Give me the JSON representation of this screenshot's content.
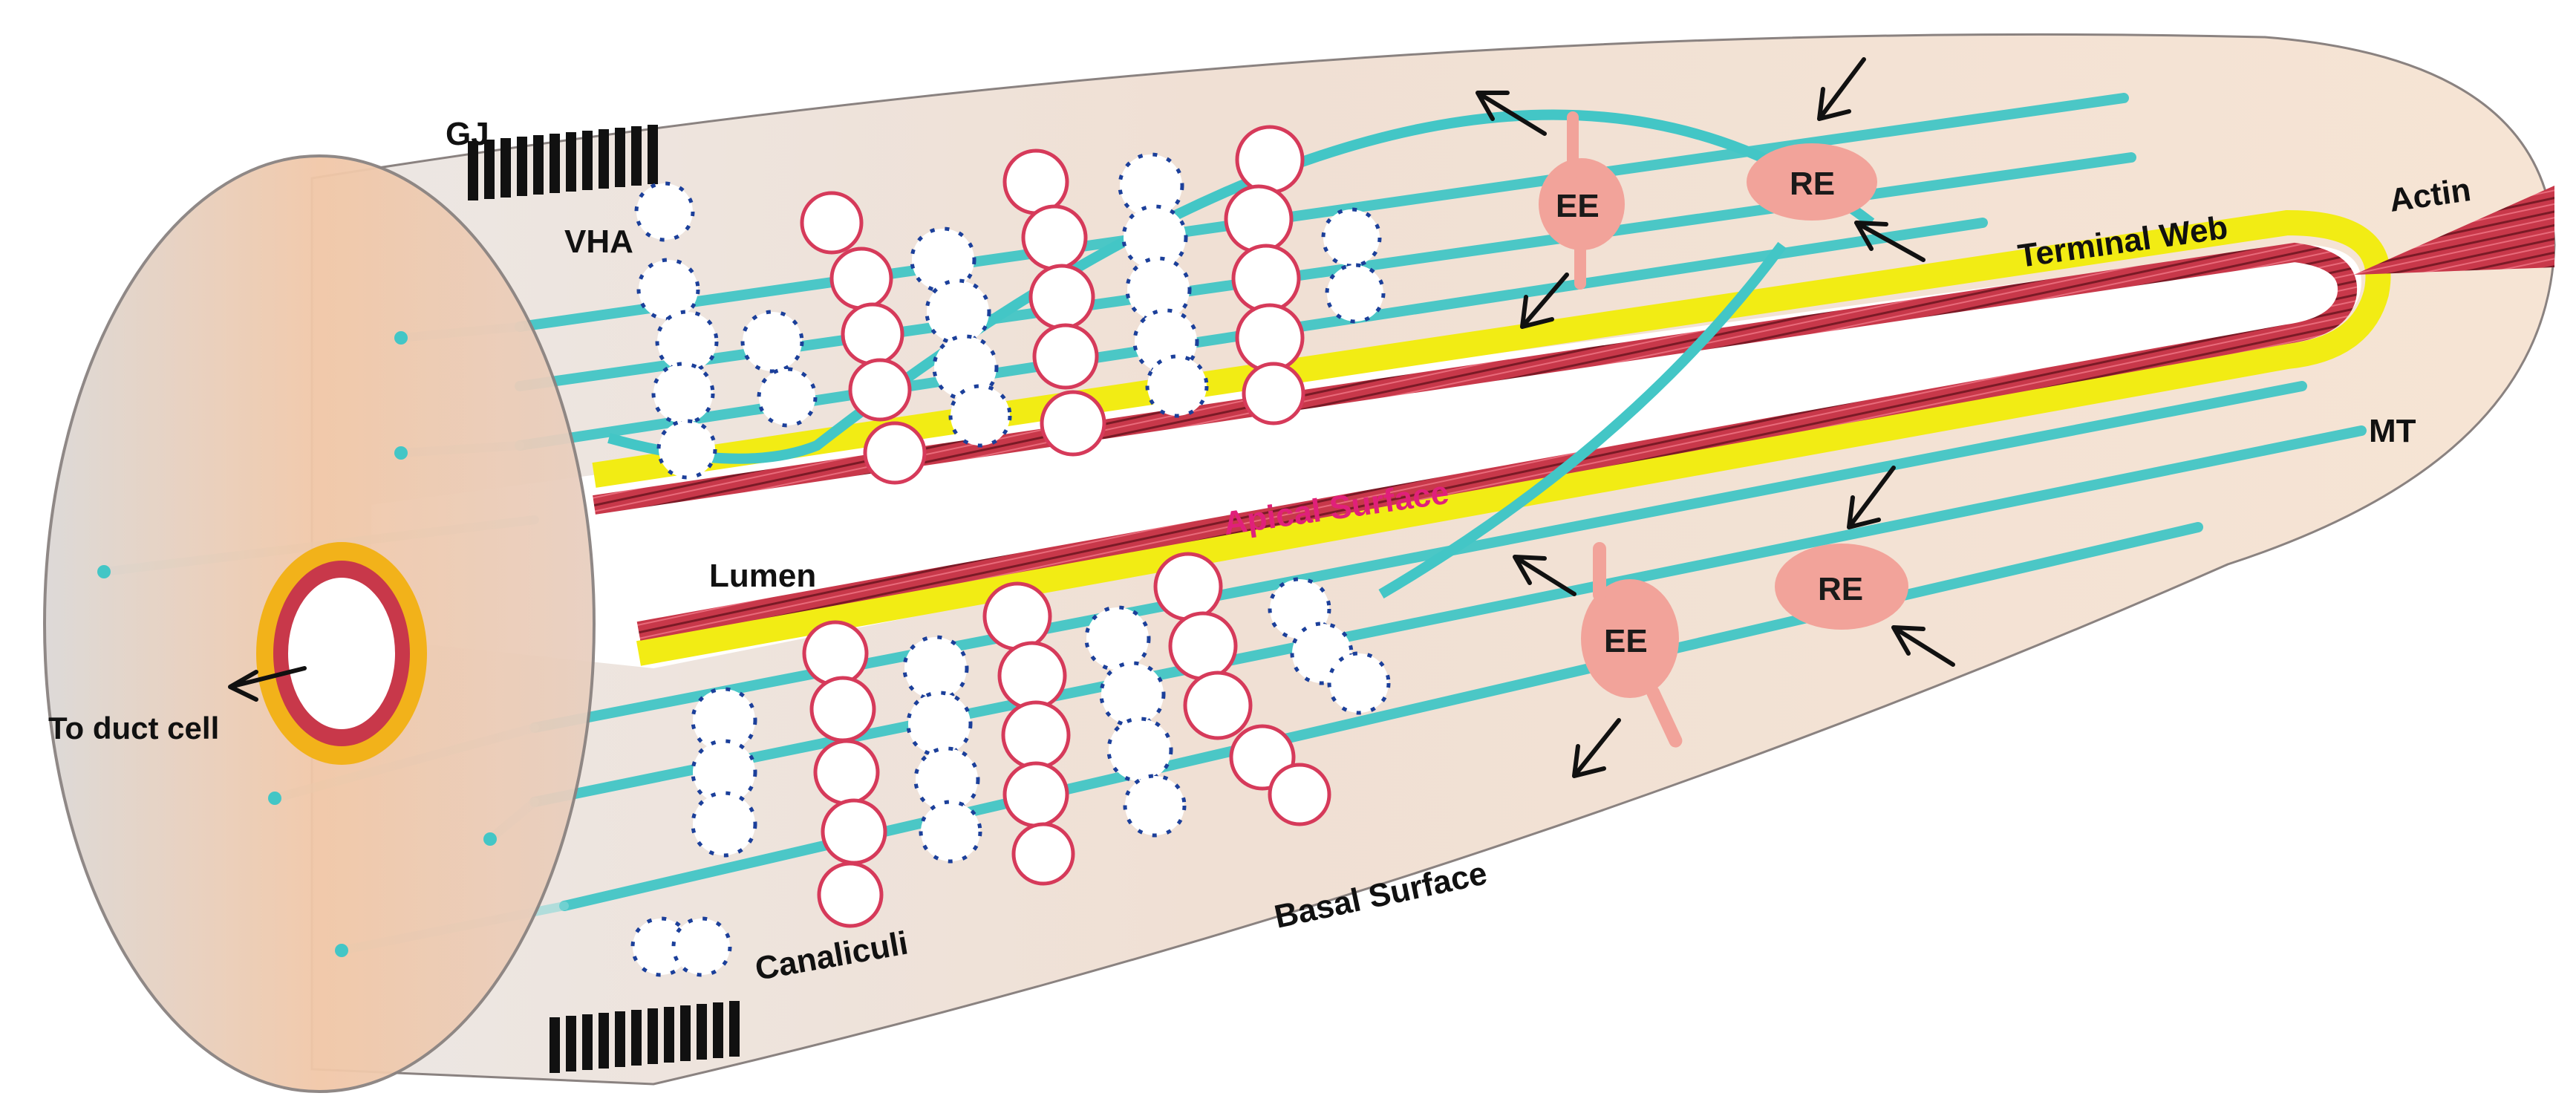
{
  "labels": {
    "gj": "GJ",
    "vha": "VHA",
    "actin": "Actin",
    "terminal_web": "Terminal Web",
    "mt": "MT",
    "apical_surface": "Apical Surface",
    "lumen": "Lumen",
    "to_duct_cell": "To duct cell",
    "basal_surface": "Basal Surface",
    "canaliculi": "Canaliculi",
    "ee": "EE",
    "re": "RE"
  },
  "colors": {
    "cell_body": "#f3e2d6",
    "microtubule": "#43c6c6",
    "terminal_web": "#f2ec14",
    "actin": "#c8384a",
    "endosome": "#f2a39a",
    "vha_pump": "#1b3f9a",
    "canaliculi_red": "#d63a5a",
    "apical_text": "#e0207a",
    "duct_ring": "#f2b21a"
  }
}
